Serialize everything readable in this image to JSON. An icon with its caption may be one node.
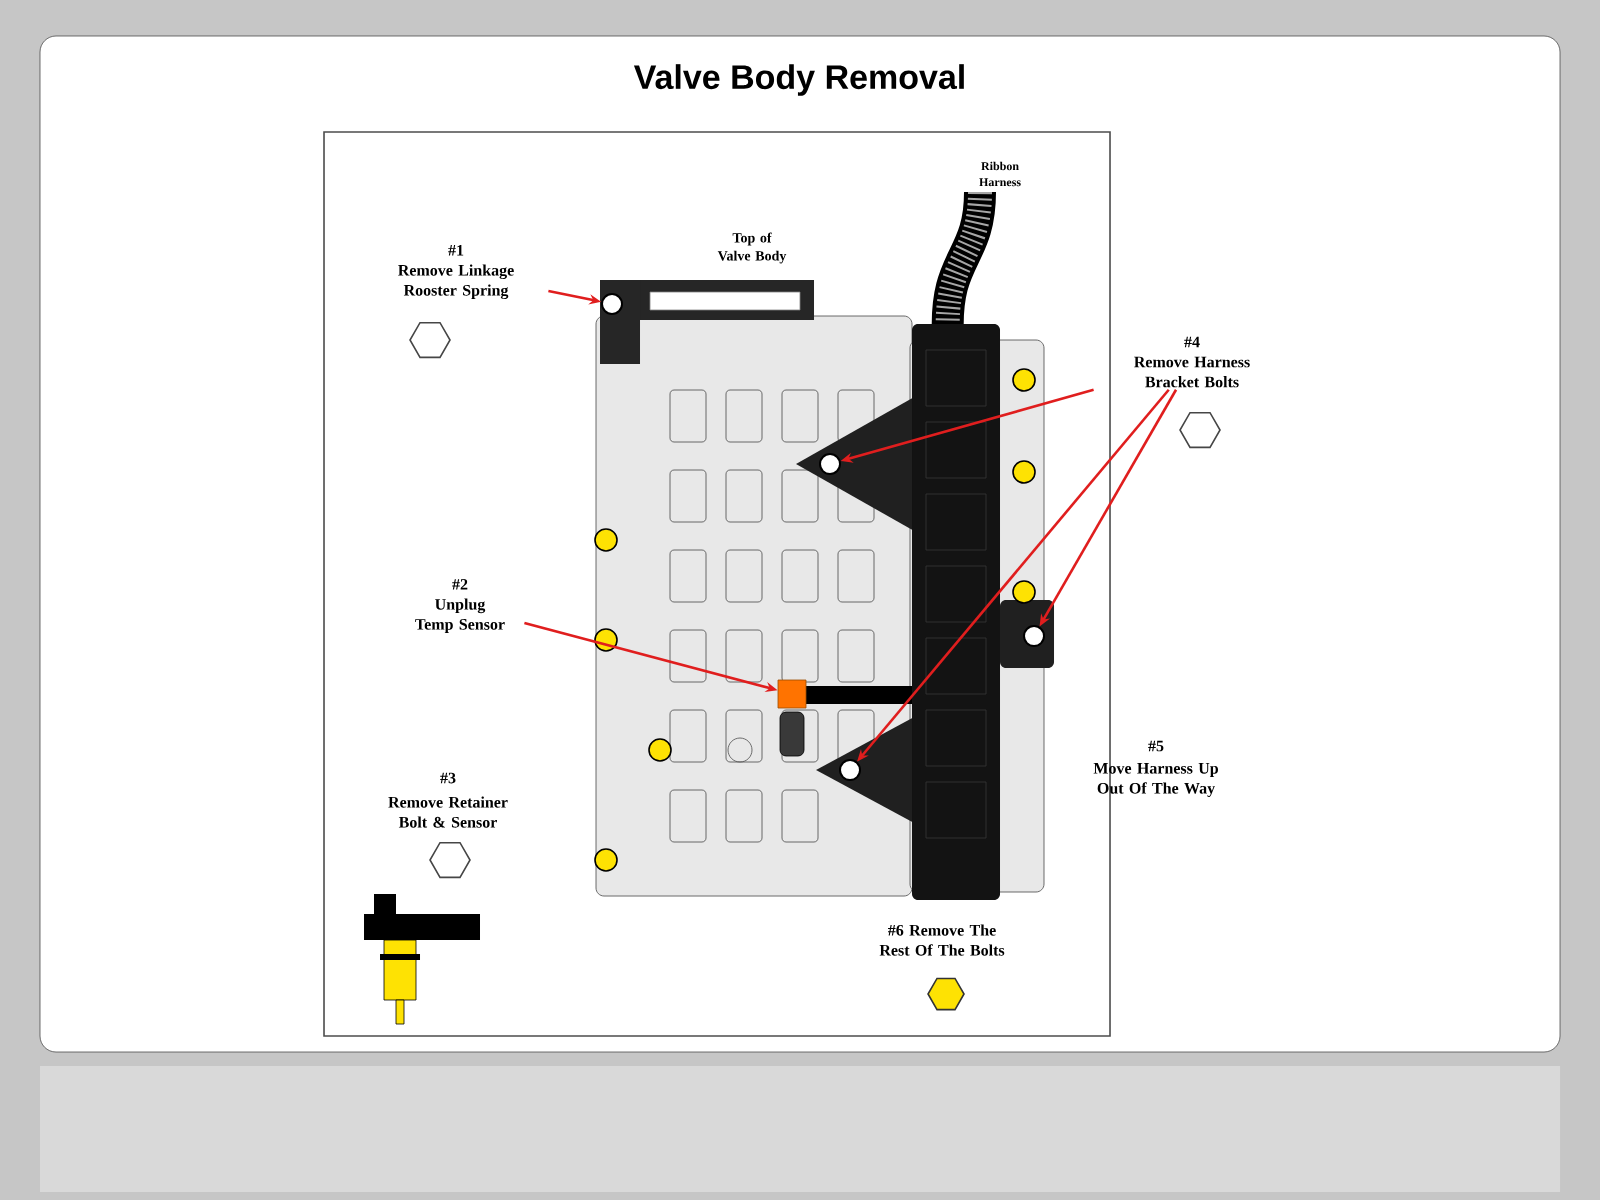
{
  "diagram": {
    "title": "Valve Body Removal",
    "nodes": [
      {
        "text": [
          "#1",
          "Remove Linkage Rooster Spring"
        ]
      },
      {
        "text": [],
        "shape": "circle"
      },
      {
        "text": [
          "#2",
          "Unplug Temp Sensor"
        ]
      },
      {
        "text": [],
        "shape": "box"
      },
      {
        "text": [
          "#4",
          "Remove Harness Bracket Bolts"
        ]
      },
      {
        "text": [],
        "shape": "circle"
      },
      {
        "text": [],
        "shape": "circle"
      },
      {
        "text": [],
        "shape": "circle"
      }
    ],
    "edges": [
      {
        "from": 0,
        "to": 1,
        "arrow": "to"
      },
      {
        "from": 2,
        "to": 3,
        "arrow": "to"
      },
      {
        "from": 4,
        "to": 5,
        "arrow": "to"
      },
      {
        "from": 4,
        "to": 6,
        "arrow": "to"
      },
      {
        "from": 4,
        "to": 7,
        "arrow": "to"
      }
    ],
    "labels": [
      "Ribbon Harness",
      "Top of Valve Body",
      "#3",
      "Remove Retainer Bolt & Sensor",
      "#5",
      "Move Harness Up Out Of The Way",
      "#6 Remove The Rest Of The Bolts"
    ]
  }
}
